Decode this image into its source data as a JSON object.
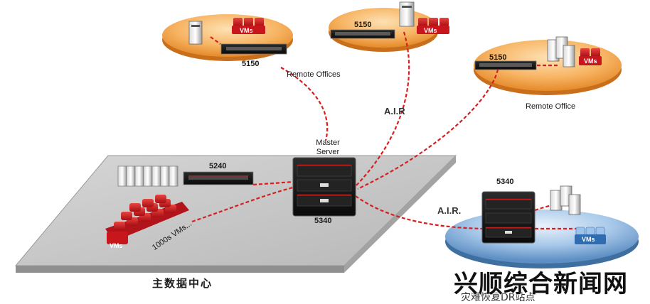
{
  "labels": {
    "office1_model": "5150",
    "office2_model": "5150",
    "office3_model": "5150",
    "remote_offices": "Remote Offices",
    "remote_office": "Remote Office",
    "air_top": "A.I.R",
    "master_server": "Master Server",
    "master_model": "5340",
    "dc_model_5240": "5240",
    "vms_1000s": "1000s VMs...",
    "vms": "VMs",
    "main_dc": "主数据中心",
    "air_dr": "A.I.R.",
    "dr_model": "5340",
    "dr_site": "灾难恢复DR站点"
  },
  "watermark": {
    "brand": "兴顺综合新闻网"
  },
  "colors": {
    "link_line": "#d42020",
    "office_disk": "#f3a24a",
    "dr_disk": "#6fa3d8",
    "platform": "#c4c4c4",
    "vm_box": "#c8161d"
  },
  "icons": {
    "server": "server-tower-icon",
    "appliance": "rack-appliance-icon",
    "vm_stack": "vm-stack-icon"
  }
}
